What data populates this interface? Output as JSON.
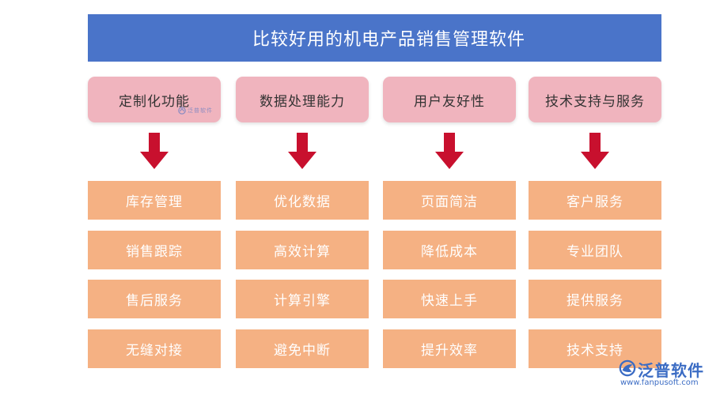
{
  "title": "比较好用的机电产品销售管理软件",
  "columns": [
    {
      "category": "定制化功能",
      "items": [
        "库存管理",
        "销售跟踪",
        "售后服务",
        "无缝对接"
      ]
    },
    {
      "category": "数据处理能力",
      "items": [
        "优化数据",
        "高效计算",
        "计算引擎",
        "避免中断"
      ]
    },
    {
      "category": "用户友好性",
      "items": [
        "页面简洁",
        "降低成本",
        "快速上手",
        "提升效率"
      ]
    },
    {
      "category": "技术支持与服务",
      "items": [
        "客户服务",
        "专业团队",
        "提供服务",
        "技术支持"
      ]
    }
  ],
  "logo": {
    "name": "泛普软件",
    "url": "www.fanpusoft.com",
    "icon": "fanpu-logo-icon"
  },
  "colors": {
    "title_bg": "#4a74c9",
    "category_bg": "#f0b4be",
    "arrow": "#c8102e",
    "item_bg": "#f5b183",
    "brand": "#3b6cc4"
  }
}
